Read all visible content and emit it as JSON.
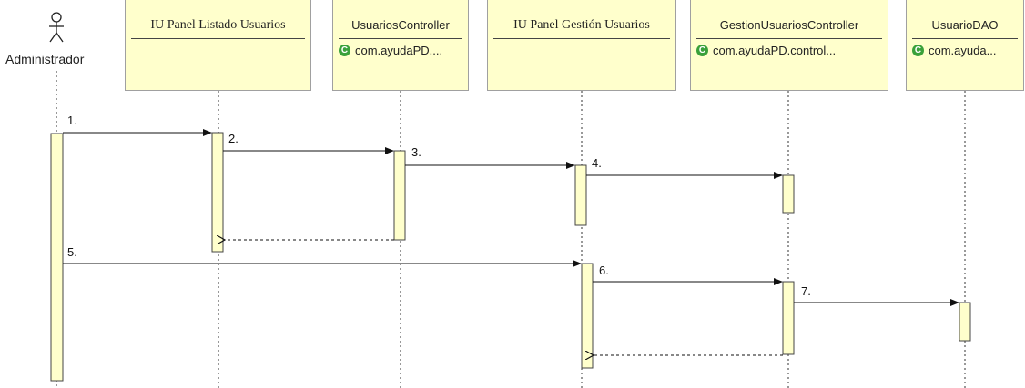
{
  "actor": {
    "label": "Administrador"
  },
  "lifelines": [
    {
      "title": "IU Panel Listado Usuarios"
    },
    {
      "title": "UsuariosController",
      "subtitle": "com.ayudaPD...."
    },
    {
      "title": "IU Panel Gestión Usuarios"
    },
    {
      "title": "GestionUsuariosController",
      "subtitle": "com.ayudaPD.control..."
    },
    {
      "title": "UsuarioDAO",
      "subtitle": "com.ayuda..."
    }
  ],
  "messages": [
    {
      "label": "1."
    },
    {
      "label": "2."
    },
    {
      "label": "3."
    },
    {
      "label": "4."
    },
    {
      "label": "5."
    },
    {
      "label": "6."
    },
    {
      "label": "7."
    }
  ],
  "colors": {
    "head_fill": "#ffffcc",
    "activation_fill": "#ffffcc",
    "class_icon": "#3aa13a"
  }
}
